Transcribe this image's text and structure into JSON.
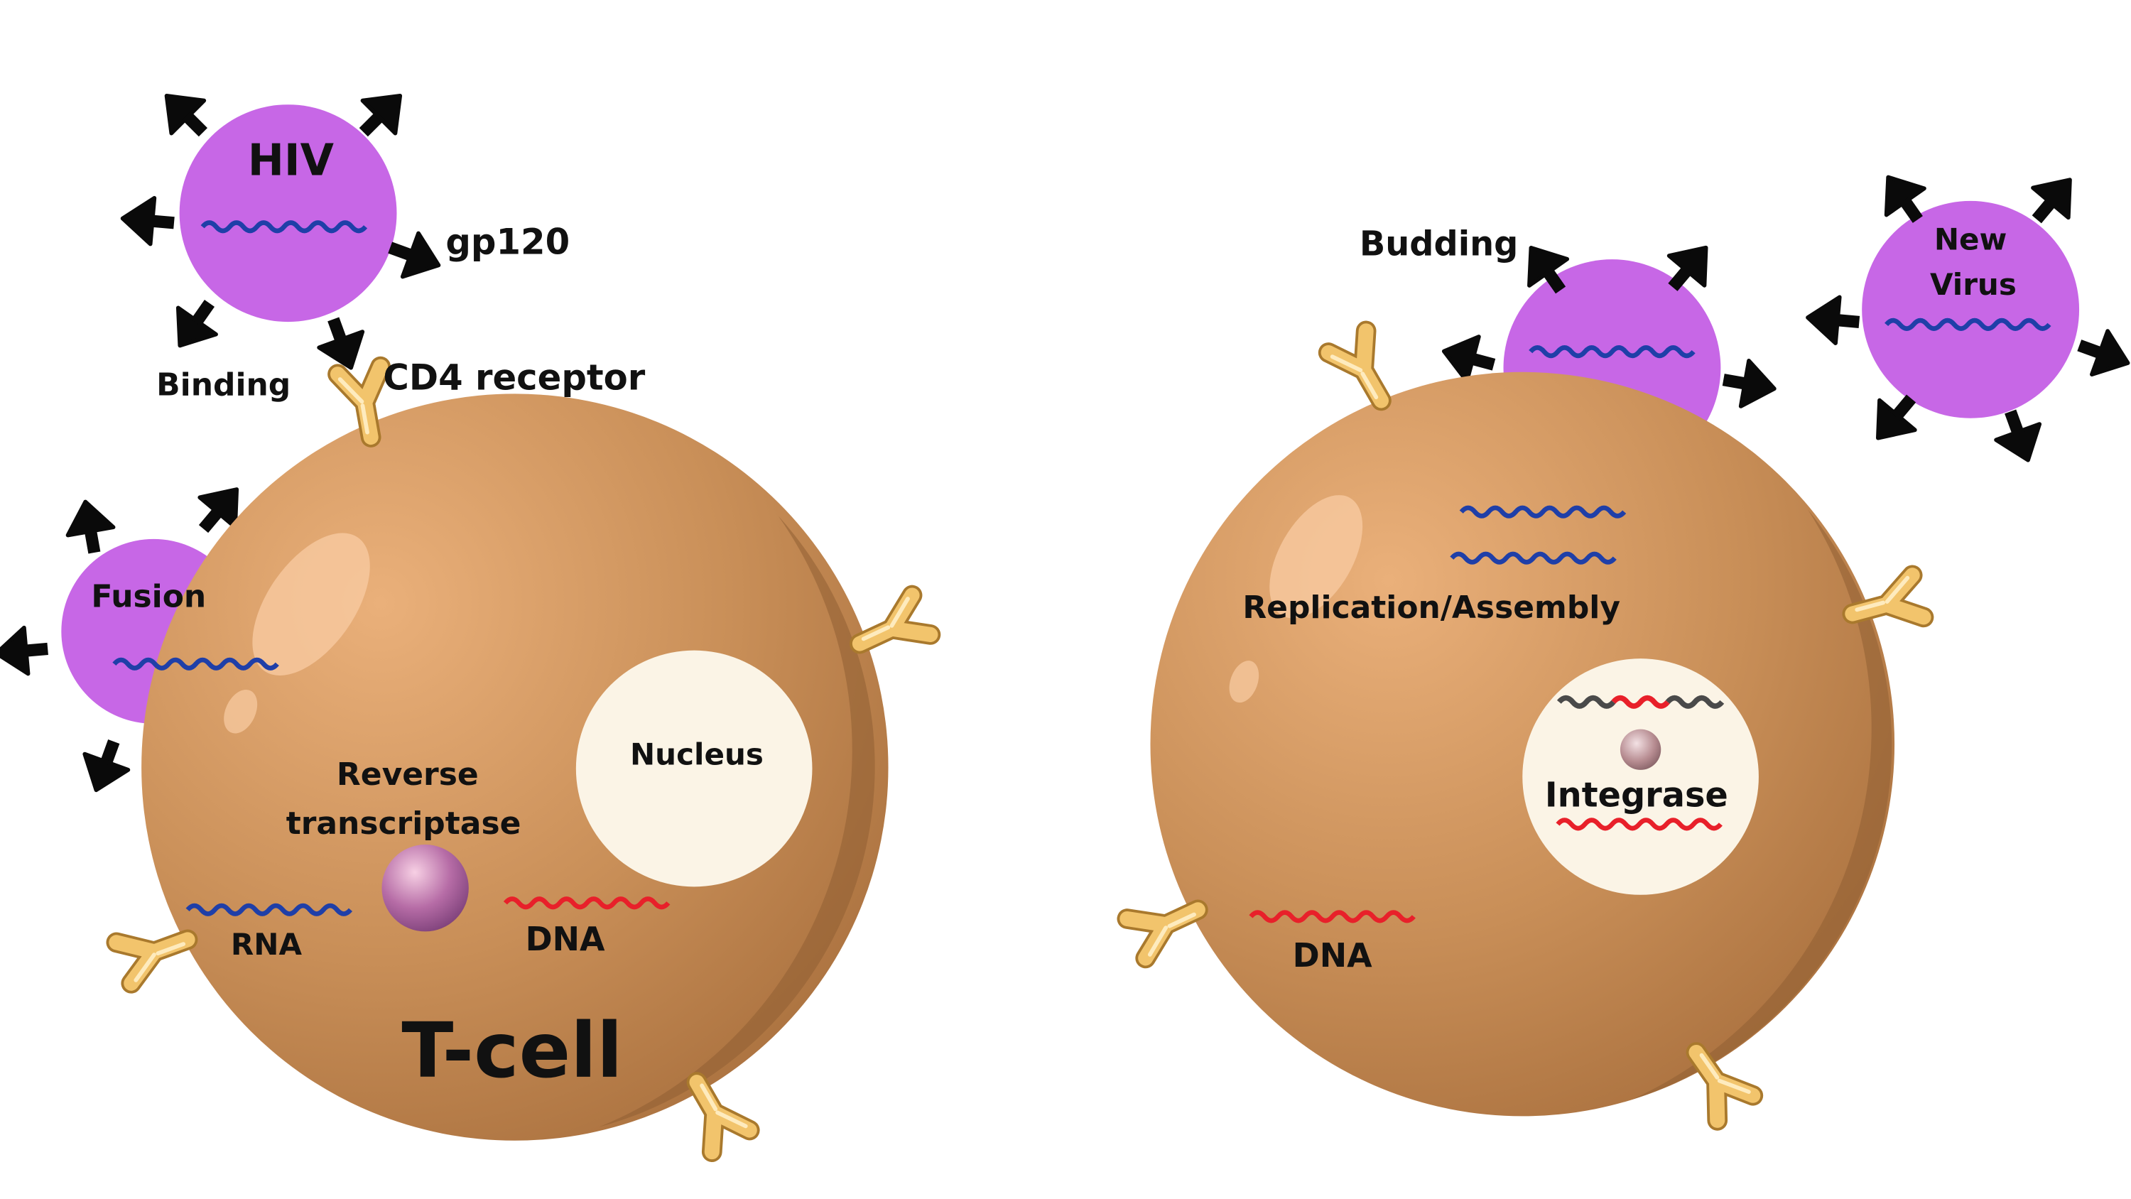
{
  "labels": {
    "hiv": "HIV",
    "gp120": "gp120",
    "binding": "Binding",
    "cd4_receptor": "CD4 receptor",
    "fusion": "Fusion",
    "nucleus": "Nucleus",
    "reverse": "Reverse",
    "transcriptase": "transcriptase",
    "rna": "RNA",
    "dna_left": "DNA",
    "t_cell": "T-cell",
    "budding": "Budding",
    "new": "New",
    "virus": "Virus",
    "replication_assembly": "Replication/Assembly",
    "integrase": "Integrase",
    "dna_right": "DNA"
  },
  "colors": {
    "cell_light": "#e8a96a",
    "cell_mid": "#c98c54",
    "cell_dark": "#8f5e33",
    "virus": "#c767e6",
    "rna": "#1f3fa8",
    "dna": "#e8202a",
    "host_dna": "#4a4a4a",
    "nucleus": "#fbf4e6",
    "receptor": "#f2c46c",
    "arrow": "#0a0a0a"
  },
  "icons": {
    "spike": "arrow-spike-icon",
    "receptor": "y-shaped-receptor-icon",
    "enzyme": "sphere-enzyme-icon"
  }
}
